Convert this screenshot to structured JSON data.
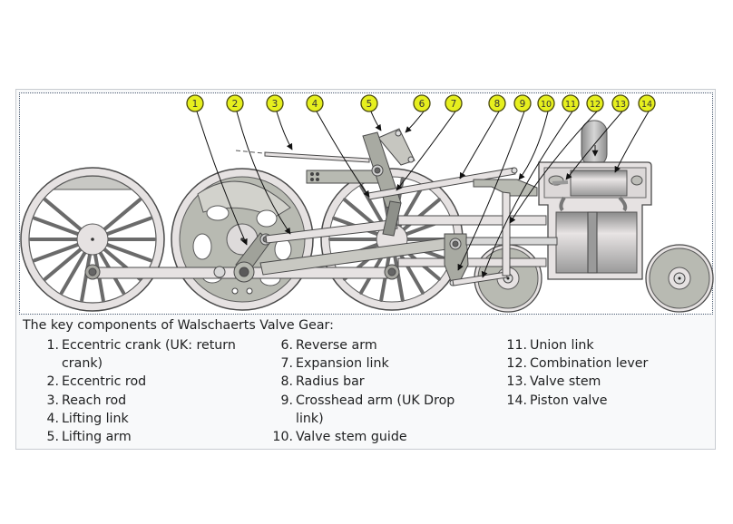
{
  "figure": {
    "title": "Walschaerts Valve Gear diagram",
    "callouts": [
      "1",
      "2",
      "3",
      "4",
      "5",
      "6",
      "7",
      "8",
      "9",
      "10",
      "11",
      "12",
      "13",
      "14"
    ],
    "colors": {
      "callout_fill": "#e6ef1e",
      "callout_stroke": "#4a4a10",
      "metal_light": "#e6e2e2",
      "metal_mid": "#b8bab2",
      "metal_dark": "#6b6b6b",
      "outline": "#3a3a3a"
    }
  },
  "caption": {
    "title": "The key components of Walschaerts Valve Gear:",
    "columns": [
      [
        {
          "num": "1.",
          "text": "Eccentric crank (UK: return crank)"
        },
        {
          "num": "2.",
          "text": "Eccentric rod"
        },
        {
          "num": "3.",
          "text": "Reach rod"
        },
        {
          "num": "4.",
          "text": "Lifting link"
        },
        {
          "num": "5.",
          "text": "Lifting arm"
        }
      ],
      [
        {
          "num": "6.",
          "text": "Reverse arm"
        },
        {
          "num": "7.",
          "text": "Expansion link"
        },
        {
          "num": "8.",
          "text": "Radius bar"
        },
        {
          "num": "9.",
          "text": "Crosshead arm (UK Drop link)"
        },
        {
          "num": "10.",
          "text": "Valve stem guide"
        }
      ],
      [
        {
          "num": "11.",
          "text": "Union link"
        },
        {
          "num": "12.",
          "text": "Combination lever"
        },
        {
          "num": "13.",
          "text": "Valve stem"
        },
        {
          "num": "14.",
          "text": "Piston valve"
        }
      ]
    ]
  }
}
